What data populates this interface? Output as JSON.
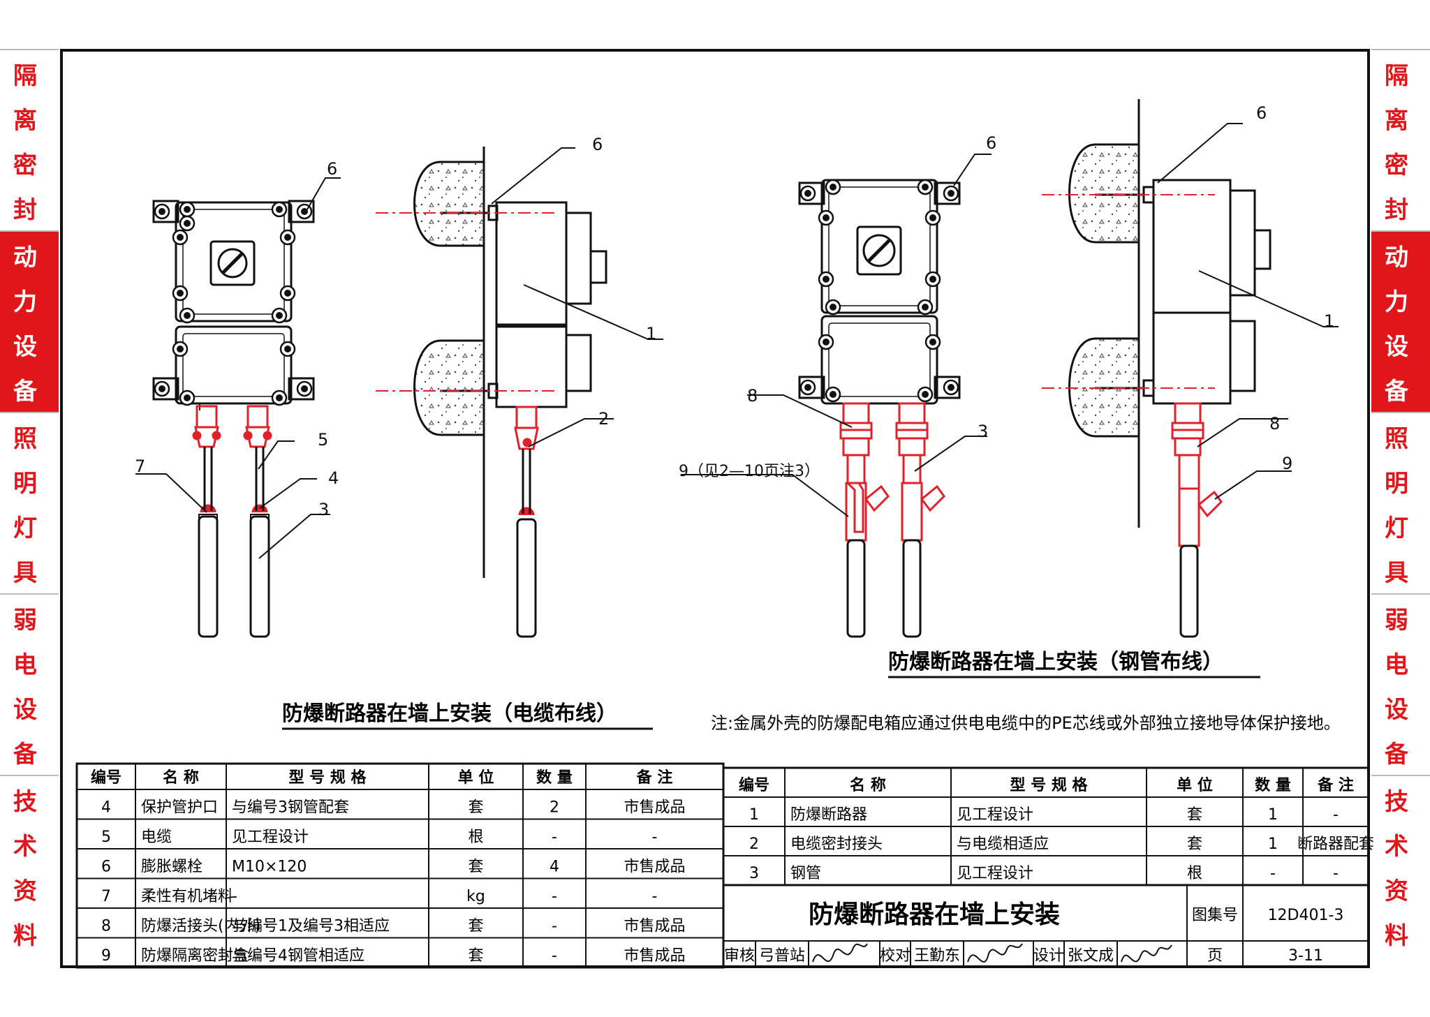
{
  "side_nav": [
    {
      "label": "隔离密封",
      "active": false
    },
    {
      "label": "动力设备",
      "active": true
    },
    {
      "label": "照明灯具",
      "active": false
    },
    {
      "label": "弱电设备",
      "active": false
    },
    {
      "label": "技术资料",
      "active": false
    }
  ],
  "callouts": {
    "c1": "1",
    "c2": "2",
    "c3": "3",
    "c4": "4",
    "c5": "5",
    "c6": "6",
    "c7": "7",
    "c8": "8",
    "c9": "9",
    "c9_note": "9（见2—10页注3）"
  },
  "captions": {
    "cable": "防爆断路器在墙上安装（电缆布线）",
    "steel": "防爆断路器在墙上安装（钢管布线）"
  },
  "note": "注:金属外壳的防爆配电箱应通过供电电缆中的PE芯线或外部独立接地导体保护接地。",
  "table_headers": [
    "编号",
    "名 称",
    "型 号 规 格",
    "单 位",
    "数 量",
    "备 注"
  ],
  "left_table": [
    [
      "4",
      "保护管护口",
      "与编号3钢管配套",
      "套",
      "2",
      "市售成品"
    ],
    [
      "5",
      "电缆",
      "见工程设计",
      "根",
      "-",
      "-"
    ],
    [
      "6",
      "膨胀螺栓",
      "M10×120",
      "套",
      "4",
      "市售成品"
    ],
    [
      "7",
      "柔性有机堵料",
      "-",
      "kg",
      "-",
      "-"
    ],
    [
      "8",
      "防爆活接头(内外)",
      "与编号1及编号3相适应",
      "套",
      "-",
      "市售成品"
    ],
    [
      "9",
      "防爆隔离密封盒",
      "与编号4钢管相适应",
      "套",
      "-",
      "市售成品"
    ]
  ],
  "right_table": [
    [
      "1",
      "防爆断路器",
      "见工程设计",
      "套",
      "1",
      "-"
    ],
    [
      "2",
      "电缆密封接头",
      "与电缆相适应",
      "套",
      "1",
      "断路器配套"
    ],
    [
      "3",
      "钢管",
      "见工程设计",
      "根",
      "-",
      "-"
    ]
  ],
  "title_block": {
    "title": "防爆断路器在墙上安装",
    "atlas_label": "图集号",
    "atlas_value": "12D401-3",
    "page_label": "页",
    "page_value": "3-11",
    "review_label": "审核",
    "review_name": "弓普站",
    "check_label": "校对",
    "check_name": "王勤东",
    "design_label": "设计",
    "design_name": "张文成"
  },
  "colors": {
    "accent": "#e1161b",
    "red_part": "#e0202a",
    "line": "#111111"
  }
}
